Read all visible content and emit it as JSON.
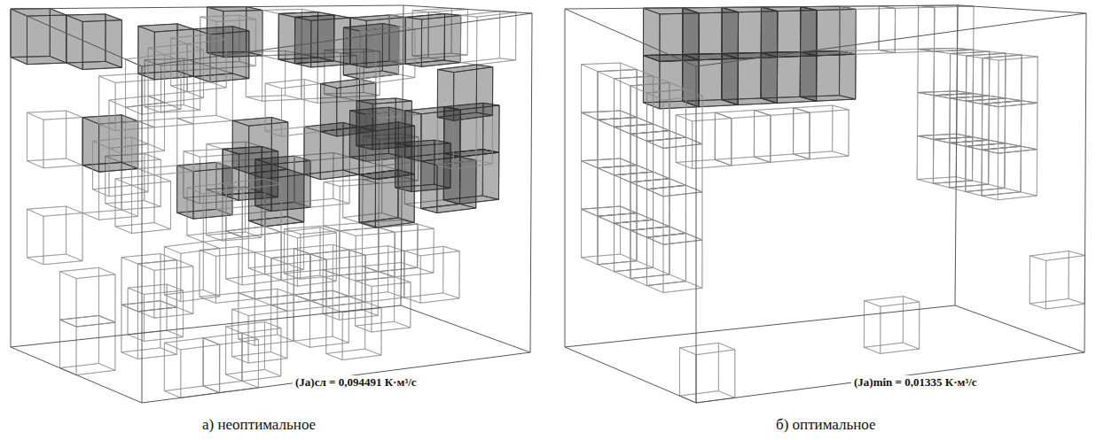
{
  "diagram": {
    "labels": [
      "(Ja)сл = 0,094491 К·м³/с",
      "(Ja)min = 0,01335 К·м³/с",
      "а) неоптимальное",
      "б) оптимальное"
    ]
  }
}
